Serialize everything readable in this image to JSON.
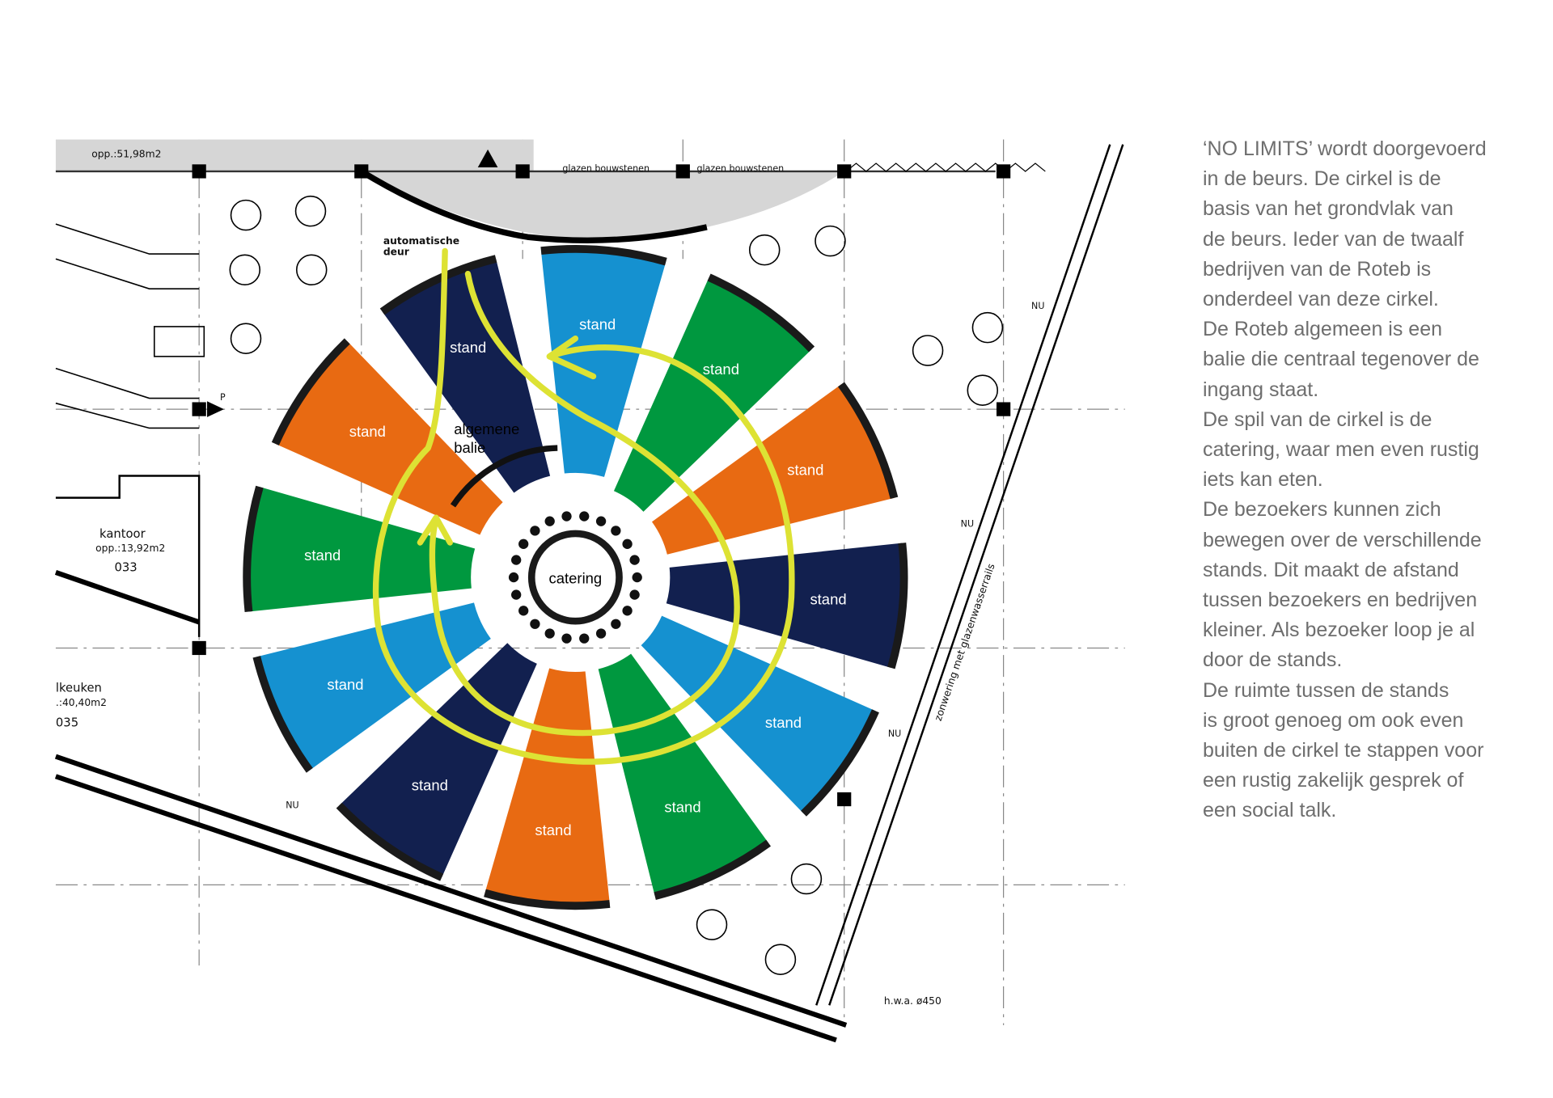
{
  "plan": {
    "stands": [
      {
        "label": "stand",
        "color": "#1591d0"
      },
      {
        "label": "stand",
        "color": "#00983f"
      },
      {
        "label": "stand",
        "color": "#e86a12"
      },
      {
        "label": "stand",
        "color": "#12204f"
      },
      {
        "label": "stand",
        "color": "#1591d0"
      },
      {
        "label": "stand",
        "color": "#00983f"
      },
      {
        "label": "stand",
        "color": "#e86a12"
      },
      {
        "label": "stand",
        "color": "#12204f"
      },
      {
        "label": "stand",
        "color": "#1591d0"
      },
      {
        "label": "stand",
        "color": "#00983f"
      },
      {
        "label": "stand",
        "color": "#e86a12"
      },
      {
        "label": "stand",
        "color": "#12204f"
      }
    ],
    "catering": "catering",
    "balie_line1": "algemene",
    "balie_line2": "balie",
    "auto_door_line1": "automatische",
    "auto_door_line2": "deur",
    "top_room_area": "opp.:51,98m2",
    "glass1": "glazen bouwstenen",
    "glass2": "glazen bouwstenen",
    "kantoor": "kantoor",
    "kantoor_area": "opp.:13,92m2",
    "kantoor_no": "033",
    "keuken": "lkeuken",
    "keuken_area": ".:40,40m2",
    "keuken_no": "035",
    "nu": "NU",
    "p": "P",
    "zonwering": "zonwering met glazenwasserrails",
    "hwa": "h.w.a. ø450",
    "path_color": "#dde234"
  },
  "description": {
    "lines": [
      "‘NO LIMITS’ wordt doorgevoerd",
      "in de beurs. De cirkel is de",
      "basis van het grondvlak van",
      "de beurs. Ieder van de twaalf",
      "bedrijven van de Roteb is",
      "onderdeel van deze cirkel.",
      "De Roteb algemeen is een",
      "balie die centraal tegenover de",
      "ingang staat.",
      " De spil van de cirkel is de",
      "catering, waar men even rustig",
      "iets kan eten.",
      "De bezoekers kunnen zich",
      "bewegen over de verschillende",
      "stands. Dit maakt de afstand",
      "tussen bezoekers en bedrijven",
      "kleiner. Als bezoeker loop je al",
      "door de stands.",
      "De ruimte tussen de stands",
      "is groot genoeg om ook even",
      "buiten de cirkel te stappen voor",
      "een rustig zakelijk gesprek of",
      "een social talk."
    ]
  }
}
